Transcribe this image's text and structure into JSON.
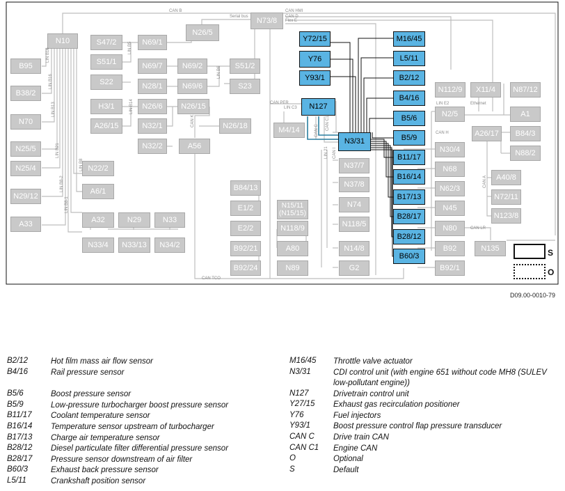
{
  "diagram": {
    "boxes_gray": [
      "N10",
      "B95",
      "B38/2",
      "N70",
      "N25/5",
      "N25/4",
      "N29/12",
      "A33",
      "S47/2",
      "S51/1",
      "S22",
      "N69/1",
      "H3/1",
      "A26/15",
      "N69/7",
      "N28/1",
      "N26/6",
      "N32/1",
      "N32/2",
      "N69/2",
      "N69/6",
      "N26/15",
      "S51/2",
      "S23",
      "N26/5",
      "N26/18",
      "A56",
      "N73/8",
      "M4/14",
      "N22/2",
      "A6/1",
      "A32",
      "N29",
      "N33",
      "N33/4",
      "N33/13",
      "N34/2",
      "B84/13",
      "E1/2",
      "E2/2",
      "B92/21",
      "B92/24",
      "N15/11\n(N15/15)",
      "N118/9",
      "A80",
      "N89",
      "N37/7",
      "N37/8",
      "N74",
      "N118/5",
      "N14/8",
      "G2",
      "N112/9",
      "X11/4",
      "N87/12",
      "N2/5",
      "A1",
      "A26/17",
      "B84/3",
      "N88/2",
      "N30/4",
      "N68",
      "N62/3",
      "N45",
      "N80",
      "B92",
      "B92/1",
      "N135",
      "A40/8",
      "N72/11",
      "N123/8"
    ],
    "boxes_highlight": [
      "Y72/15",
      "Y76",
      "Y93/1",
      "M16/45",
      "L5/11",
      "B2/12",
      "B4/16",
      "B5/6",
      "B5/9",
      "B11/17",
      "B16/14",
      "B17/13",
      "B28/17",
      "B28/12",
      "B60/3",
      "N127",
      "N3/31"
    ],
    "bus_labels": [
      "CAN B",
      "CAN HMI",
      "CAN D",
      "Flex E",
      "Serial bus",
      "CAN PER",
      "LIN C3",
      "CAN C",
      "CAN C1",
      "CAN H",
      "LIN E2",
      "Ethernet",
      "LIN B16",
      "LIN B16",
      "LIN B13",
      "LIN B21",
      "LIN B8-2",
      "LIN B8-1",
      "LIN B8",
      "LIN B5",
      "LIN B6",
      "LIN B14",
      "CAN K",
      "LIN 21",
      "CAN I",
      "CAN A",
      "CAN LR",
      "CAN TCO"
    ],
    "reference": "D09.00-0010-79"
  },
  "legend": {
    "left": [
      {
        "code": "B2/12",
        "desc": "Hot film mass air flow sensor"
      },
      {
        "code": "B4/16",
        "desc": "Rail pressure sensor"
      },
      {
        "code": "B5/6",
        "desc": "Boost pressure sensor"
      },
      {
        "code": "B5/9",
        "desc": "Low-pressure turbocharger boost pressure sensor"
      },
      {
        "code": "B11/17",
        "desc": "Coolant temperature sensor"
      },
      {
        "code": "B16/14",
        "desc": "Temperature sensor upstream of turbocharger"
      },
      {
        "code": "B17/13",
        "desc": "Charge air temperature sensor"
      },
      {
        "code": "B28/12",
        "desc": "Diesel particulate filter differential pressure sensor"
      },
      {
        "code": "B28/17",
        "desc": "Pressure sensor downstream of air filter"
      },
      {
        "code": "B60/3",
        "desc": "Exhaust back pressure sensor"
      },
      {
        "code": "L5/11",
        "desc": "Crankshaft position sensor"
      }
    ],
    "right": [
      {
        "code": "M16/45",
        "desc": "Throttle valve actuator"
      },
      {
        "code": "N3/31",
        "desc": "CDI control unit (with engine 651 without code MH8 (SULEV low-pollutant engine))"
      },
      {
        "code": "N127",
        "desc": "Drivetrain control unit"
      },
      {
        "code": "Y27/15",
        "desc": "Exhaust gas recirculation positioner"
      },
      {
        "code": "Y76",
        "desc": "Fuel injectors"
      },
      {
        "code": "Y93/1",
        "desc": "Boost pressure control flap pressure transducer"
      },
      {
        "code": "CAN C",
        "desc": "Drive train CAN"
      },
      {
        "code": "CAN C1",
        "desc": "Engine CAN"
      },
      {
        "code": "O",
        "desc": "Optional"
      },
      {
        "code": "S",
        "desc": "Default"
      }
    ],
    "key": {
      "default_letter": "S",
      "optional_letter": "O"
    }
  }
}
